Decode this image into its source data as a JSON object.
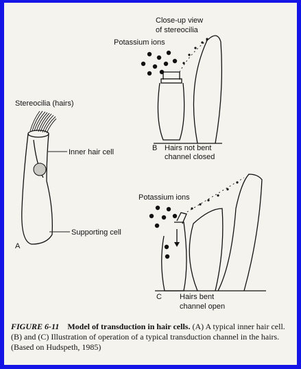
{
  "figure": {
    "close_up_label_line1": "Close-up view",
    "close_up_label_line2": "of stereocilia",
    "potassium_label_b": "Potassium ions",
    "potassium_label_c": "Potassium ions",
    "stereocilia_label": "Stereocilia (hairs)",
    "inner_hair_cell_label": "Inner hair cell",
    "supporting_cell_label": "Supporting cell",
    "panel_a_letter": "A",
    "panel_b_letter": "B",
    "panel_b_caption_line1": "Hairs not bent",
    "panel_b_caption_line2": "channel closed",
    "panel_c_letter": "C",
    "panel_c_caption_line1": "Hairs bent",
    "panel_c_caption_line2": "channel open"
  },
  "caption": {
    "label": "FIGURE 6-11",
    "title": "Model of transduction in hair cells.",
    "body": "(A) A typical inner hair cell. (B) and (C) Illustration of operation of a typical transduction channel in the hairs. (Based on Hudspeth, 1985)"
  },
  "colors": {
    "background": "#1414e6",
    "paper": "#f4f3ee",
    "ink": "#111111"
  }
}
